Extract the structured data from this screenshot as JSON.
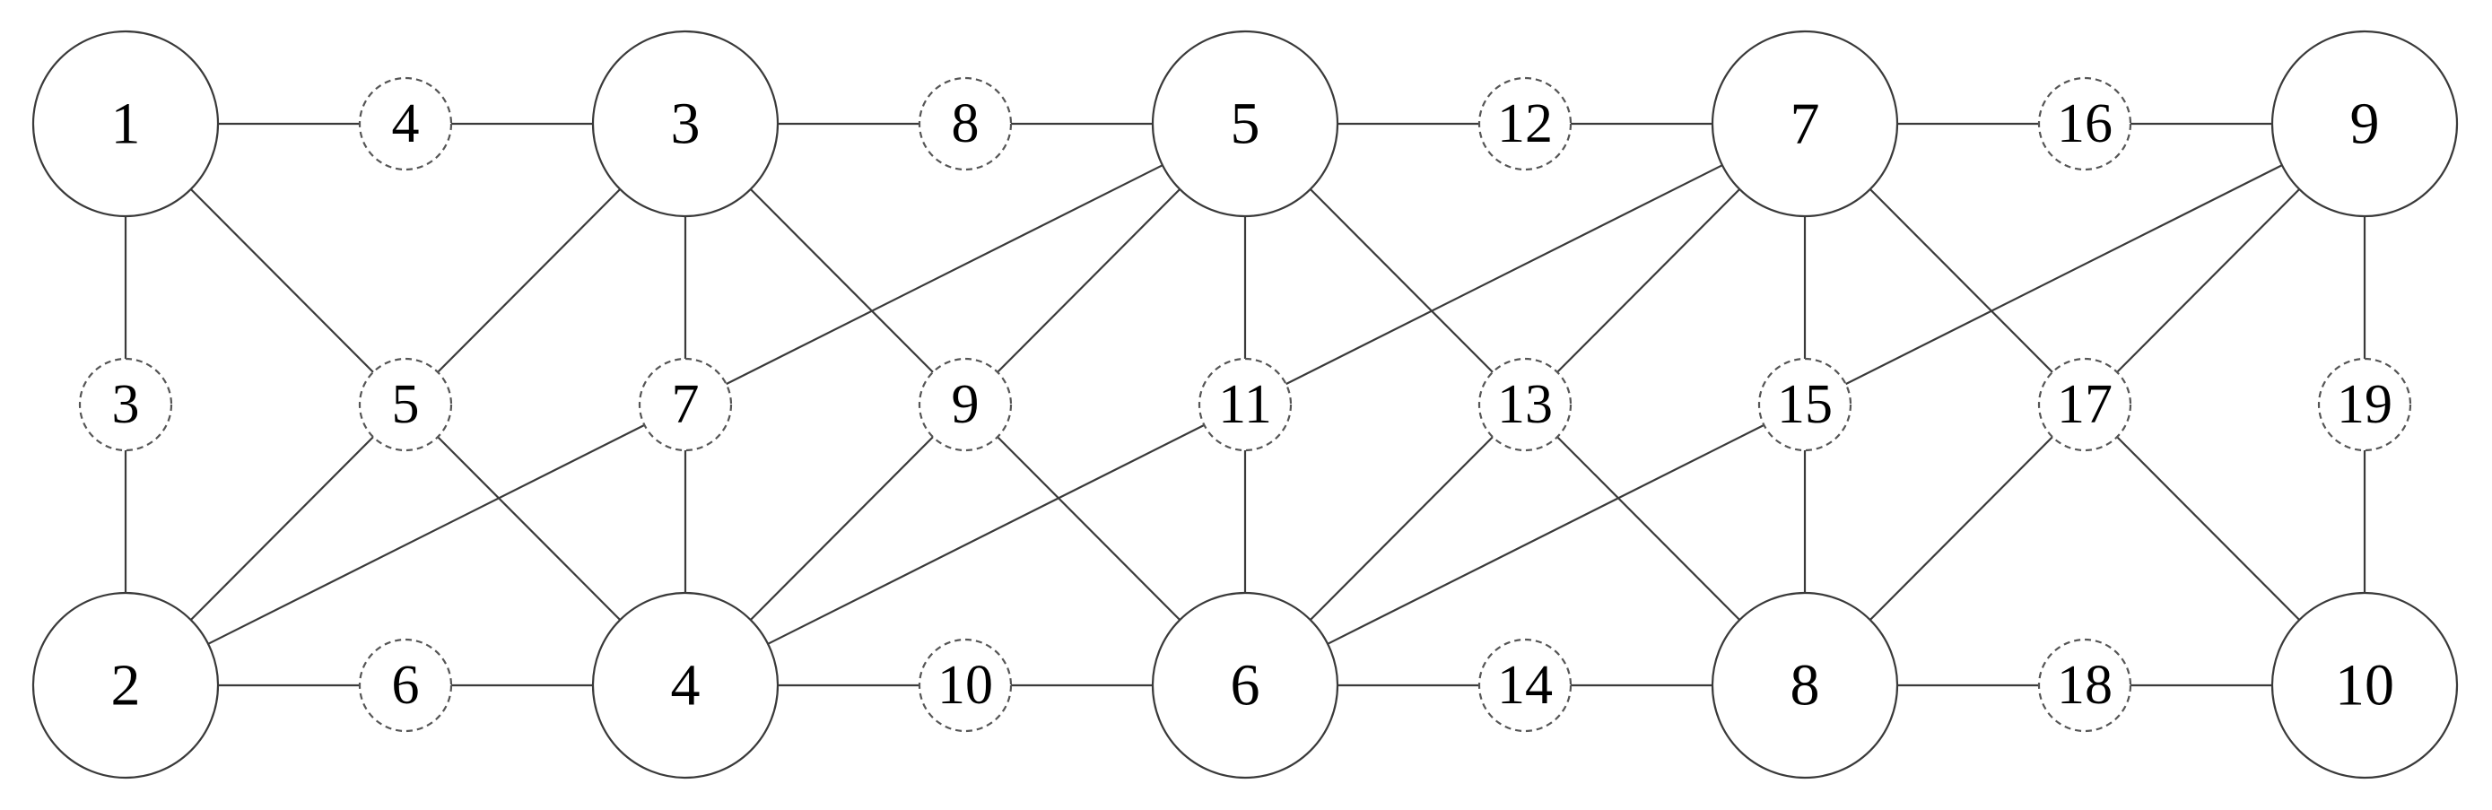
{
  "diagram": {
    "type": "graph",
    "primary_nodes": [
      {
        "id": "p1",
        "label": "1"
      },
      {
        "id": "p2",
        "label": "2"
      },
      {
        "id": "p3",
        "label": "3"
      },
      {
        "id": "p4",
        "label": "4"
      },
      {
        "id": "p5",
        "label": "5"
      },
      {
        "id": "p6",
        "label": "6"
      },
      {
        "id": "p7",
        "label": "7"
      },
      {
        "id": "p8",
        "label": "8"
      },
      {
        "id": "p9",
        "label": "9"
      },
      {
        "id": "p10",
        "label": "10"
      }
    ],
    "secondary_nodes": [
      {
        "id": "s3",
        "label": "3"
      },
      {
        "id": "s4",
        "label": "4"
      },
      {
        "id": "s5",
        "label": "5"
      },
      {
        "id": "s6",
        "label": "6"
      },
      {
        "id": "s7",
        "label": "7"
      },
      {
        "id": "s8",
        "label": "8"
      },
      {
        "id": "s9",
        "label": "9"
      },
      {
        "id": "s10",
        "label": "10"
      },
      {
        "id": "s11",
        "label": "11"
      },
      {
        "id": "s12",
        "label": "12"
      },
      {
        "id": "s13",
        "label": "13"
      },
      {
        "id": "s14",
        "label": "14"
      },
      {
        "id": "s15",
        "label": "15"
      },
      {
        "id": "s16",
        "label": "16"
      },
      {
        "id": "s17",
        "label": "17"
      },
      {
        "id": "s18",
        "label": "18"
      },
      {
        "id": "s19",
        "label": "19"
      }
    ],
    "edges": [
      [
        "s3",
        "p1"
      ],
      [
        "s3",
        "p2"
      ],
      [
        "s4",
        "p1"
      ],
      [
        "s4",
        "p3"
      ],
      [
        "s5",
        "p1"
      ],
      [
        "s5",
        "p2"
      ],
      [
        "s5",
        "p3"
      ],
      [
        "s5",
        "p4"
      ],
      [
        "s6",
        "p2"
      ],
      [
        "s6",
        "p4"
      ],
      [
        "s7",
        "p2"
      ],
      [
        "s7",
        "p3"
      ],
      [
        "s7",
        "p4"
      ],
      [
        "s7",
        "p5"
      ],
      [
        "s8",
        "p3"
      ],
      [
        "s8",
        "p5"
      ],
      [
        "s9",
        "p3"
      ],
      [
        "s9",
        "p4"
      ],
      [
        "s9",
        "p5"
      ],
      [
        "s9",
        "p6"
      ],
      [
        "s10",
        "p4"
      ],
      [
        "s10",
        "p6"
      ],
      [
        "s11",
        "p4"
      ],
      [
        "s11",
        "p5"
      ],
      [
        "s11",
        "p6"
      ],
      [
        "s11",
        "p7"
      ],
      [
        "s12",
        "p5"
      ],
      [
        "s12",
        "p7"
      ],
      [
        "s13",
        "p5"
      ],
      [
        "s13",
        "p6"
      ],
      [
        "s13",
        "p7"
      ],
      [
        "s13",
        "p8"
      ],
      [
        "s14",
        "p6"
      ],
      [
        "s14",
        "p8"
      ],
      [
        "s15",
        "p6"
      ],
      [
        "s15",
        "p7"
      ],
      [
        "s15",
        "p8"
      ],
      [
        "s15",
        "p9"
      ],
      [
        "s16",
        "p7"
      ],
      [
        "s16",
        "p9"
      ],
      [
        "s17",
        "p7"
      ],
      [
        "s17",
        "p8"
      ],
      [
        "s17",
        "p9"
      ],
      [
        "s17",
        "p10"
      ],
      [
        "s18",
        "p8"
      ],
      [
        "s18",
        "p10"
      ],
      [
        "s19",
        "p9"
      ],
      [
        "s19",
        "p10"
      ]
    ]
  }
}
